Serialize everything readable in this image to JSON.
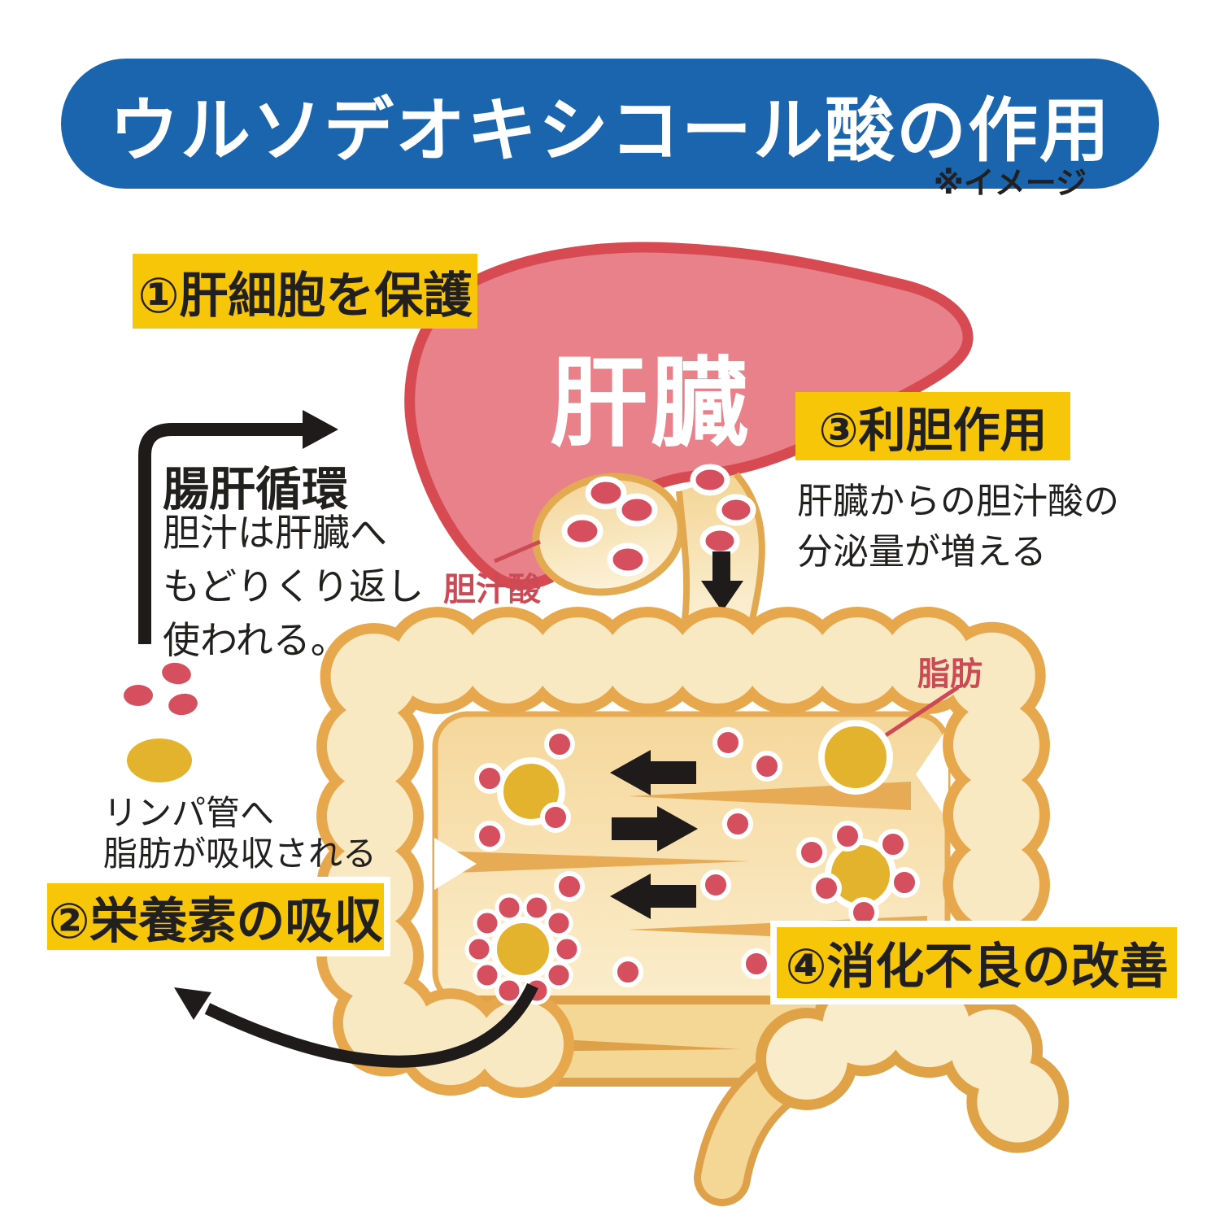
{
  "title": "ウルソデオキシコール酸の作用",
  "note": "※イメージ",
  "steps": [
    {
      "label": "①肝細胞を保護"
    },
    {
      "label": "②栄養素の吸収"
    },
    {
      "label": "③利胆作用",
      "description": "肝臓からの胆汁酸の\n分泌量が増える"
    },
    {
      "label": "④消化不良の改善"
    }
  ],
  "organs": {
    "liver": "肝臓"
  },
  "labels": {
    "enterohepatic_title": "腸肝循環",
    "enterohepatic_body": "胆汁は肝臓へ\nもどりくり返し\n使われる。",
    "bile_acid": "胆汁酸",
    "fat": "脂肪",
    "lymph": "リンパ管へ\n脂肪が吸収される"
  },
  "colors": {
    "title_bg": "#1b65ae",
    "badge_bg": "#f7c608",
    "text": "#221f1f",
    "liver_fill": "#e8818a",
    "liver_stroke": "#d84a52",
    "intestine_outline": "#e7a84d",
    "intestine_fill": "#f9e9c3",
    "bile_acid_dot": "#d54f5f",
    "fat": "#e4b32d",
    "red_label": "#cb4a55",
    "arrow": "#1f1b1b"
  }
}
